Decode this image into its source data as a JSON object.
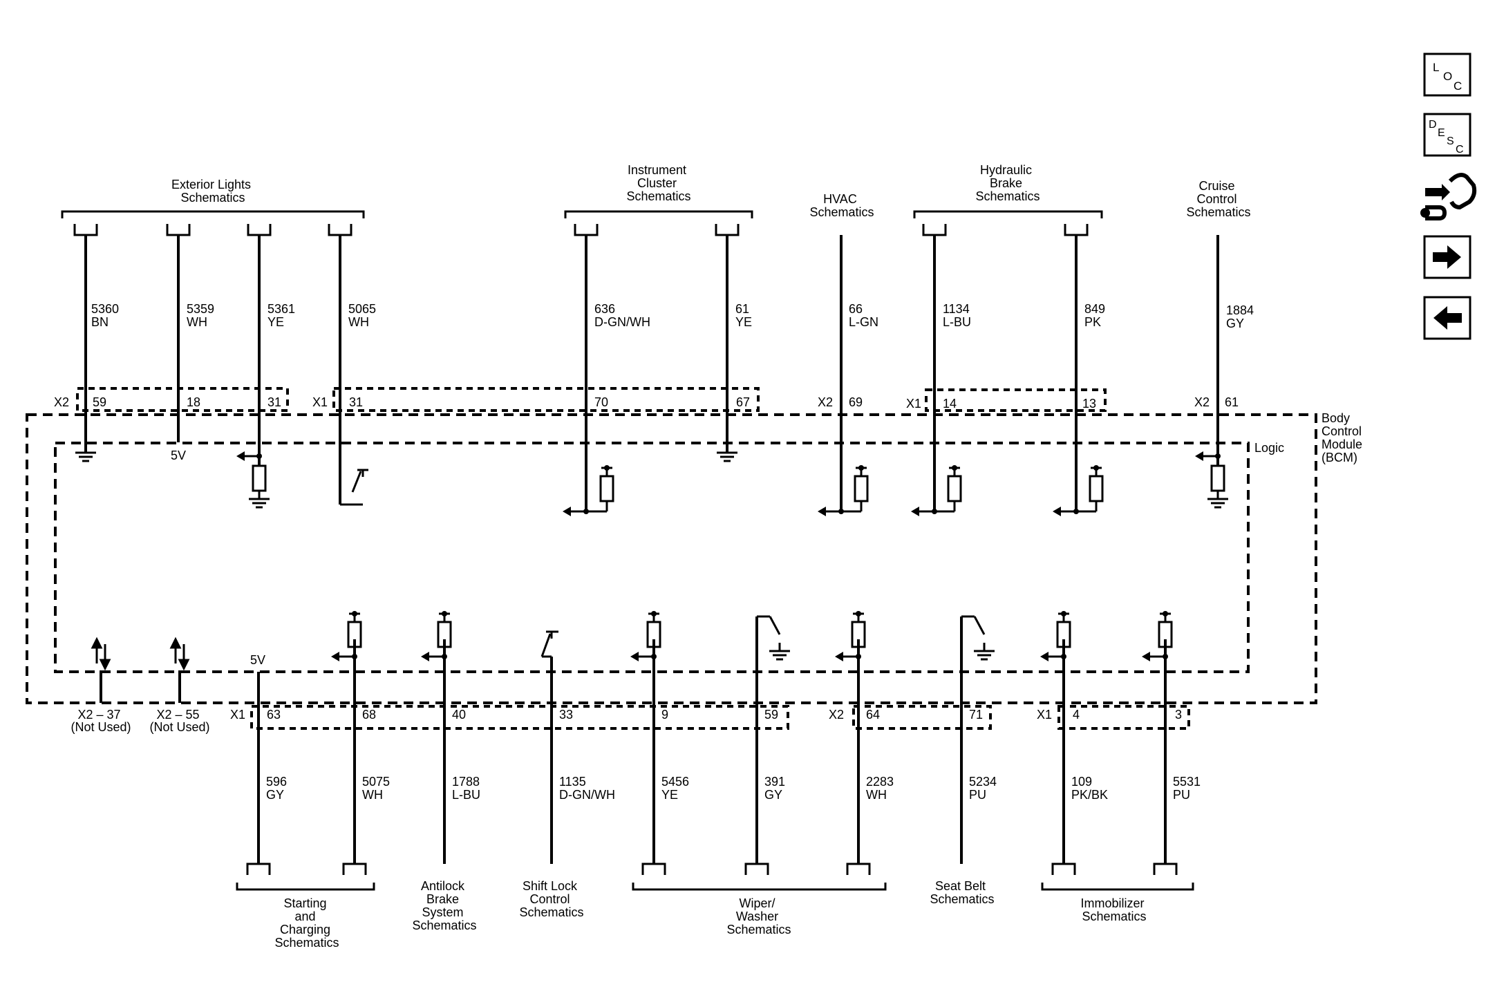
{
  "module": {
    "title": [
      "Body",
      "Control",
      "Module",
      "(BCM)"
    ],
    "logic_label": "Logic"
  },
  "nav": {
    "loc": [
      "L",
      "O",
      "C"
    ],
    "desc": [
      "D",
      "E",
      "S",
      "C"
    ]
  },
  "top_groups": [
    {
      "lines": [
        "Exterior Lights",
        "Schematics"
      ]
    },
    {
      "lines": [
        "Instrument",
        "Cluster",
        "Schematics"
      ]
    },
    {
      "lines": [
        "HVAC",
        "Schematics"
      ]
    },
    {
      "lines": [
        "Hydraulic",
        "Brake",
        "Schematics"
      ]
    },
    {
      "lines": [
        "Cruise",
        "Control",
        "Schematics"
      ]
    }
  ],
  "bottom_groups": [
    {
      "lines": [
        "Starting",
        "and",
        "Charging",
        "Schematics"
      ]
    },
    {
      "lines": [
        "Antilock",
        "Brake",
        "System",
        "Schematics"
      ]
    },
    {
      "lines": [
        "Shift Lock",
        "Control",
        "Schematics"
      ]
    },
    {
      "lines": [
        "Wiper/",
        "Washer",
        "Schematics"
      ]
    },
    {
      "lines": [
        "Seat Belt",
        "Schematics"
      ]
    },
    {
      "lines": [
        "Immobilizer",
        "Schematics"
      ]
    }
  ],
  "top_connectors": [
    {
      "id": "X2",
      "pins": [
        "59",
        "18",
        "31"
      ]
    },
    {
      "id": "X1",
      "pins": [
        "31",
        "70",
        "67"
      ]
    },
    {
      "id": "X2",
      "pins": [
        "69"
      ]
    },
    {
      "id": "X1",
      "pins": [
        "14",
        "13"
      ]
    },
    {
      "id": "X2",
      "pins": [
        "61"
      ]
    }
  ],
  "bottom_connectors": [
    {
      "id": "X1",
      "pins": [
        "63",
        "68",
        "40",
        "33",
        "9",
        "59"
      ]
    },
    {
      "id": "X2",
      "pins": [
        "64",
        "71"
      ]
    },
    {
      "id": "X1",
      "pins": [
        "4",
        "3"
      ]
    }
  ],
  "top_wires": [
    {
      "circuit": "5360",
      "color": "BN"
    },
    {
      "circuit": "5359",
      "color": "WH"
    },
    {
      "circuit": "5361",
      "color": "YE"
    },
    {
      "circuit": "5065",
      "color": "WH"
    },
    {
      "circuit": "636",
      "color": "D-GN/WH"
    },
    {
      "circuit": "61",
      "color": "YE"
    },
    {
      "circuit": "66",
      "color": "L-GN"
    },
    {
      "circuit": "1134",
      "color": "L-BU"
    },
    {
      "circuit": "849",
      "color": "PK"
    },
    {
      "circuit": "1884",
      "color": "GY"
    }
  ],
  "bottom_wires": [
    {
      "circuit": "596",
      "color": "GY"
    },
    {
      "circuit": "5075",
      "color": "WH"
    },
    {
      "circuit": "1788",
      "color": "L-BU"
    },
    {
      "circuit": "1135",
      "color": "D-GN/WH"
    },
    {
      "circuit": "5456",
      "color": "YE"
    },
    {
      "circuit": "391",
      "color": "GY"
    },
    {
      "circuit": "2283",
      "color": "WH"
    },
    {
      "circuit": "5234",
      "color": "PU"
    },
    {
      "circuit": "109",
      "color": "PK/BK"
    },
    {
      "circuit": "5531",
      "color": "PU"
    }
  ],
  "not_used": [
    {
      "pin": "X2 – 37",
      "note": "(Not Used)"
    },
    {
      "pin": "X2 – 55",
      "note": "(Not Used)"
    }
  ],
  "voltages": {
    "top": "5V",
    "bottom": "5V"
  }
}
